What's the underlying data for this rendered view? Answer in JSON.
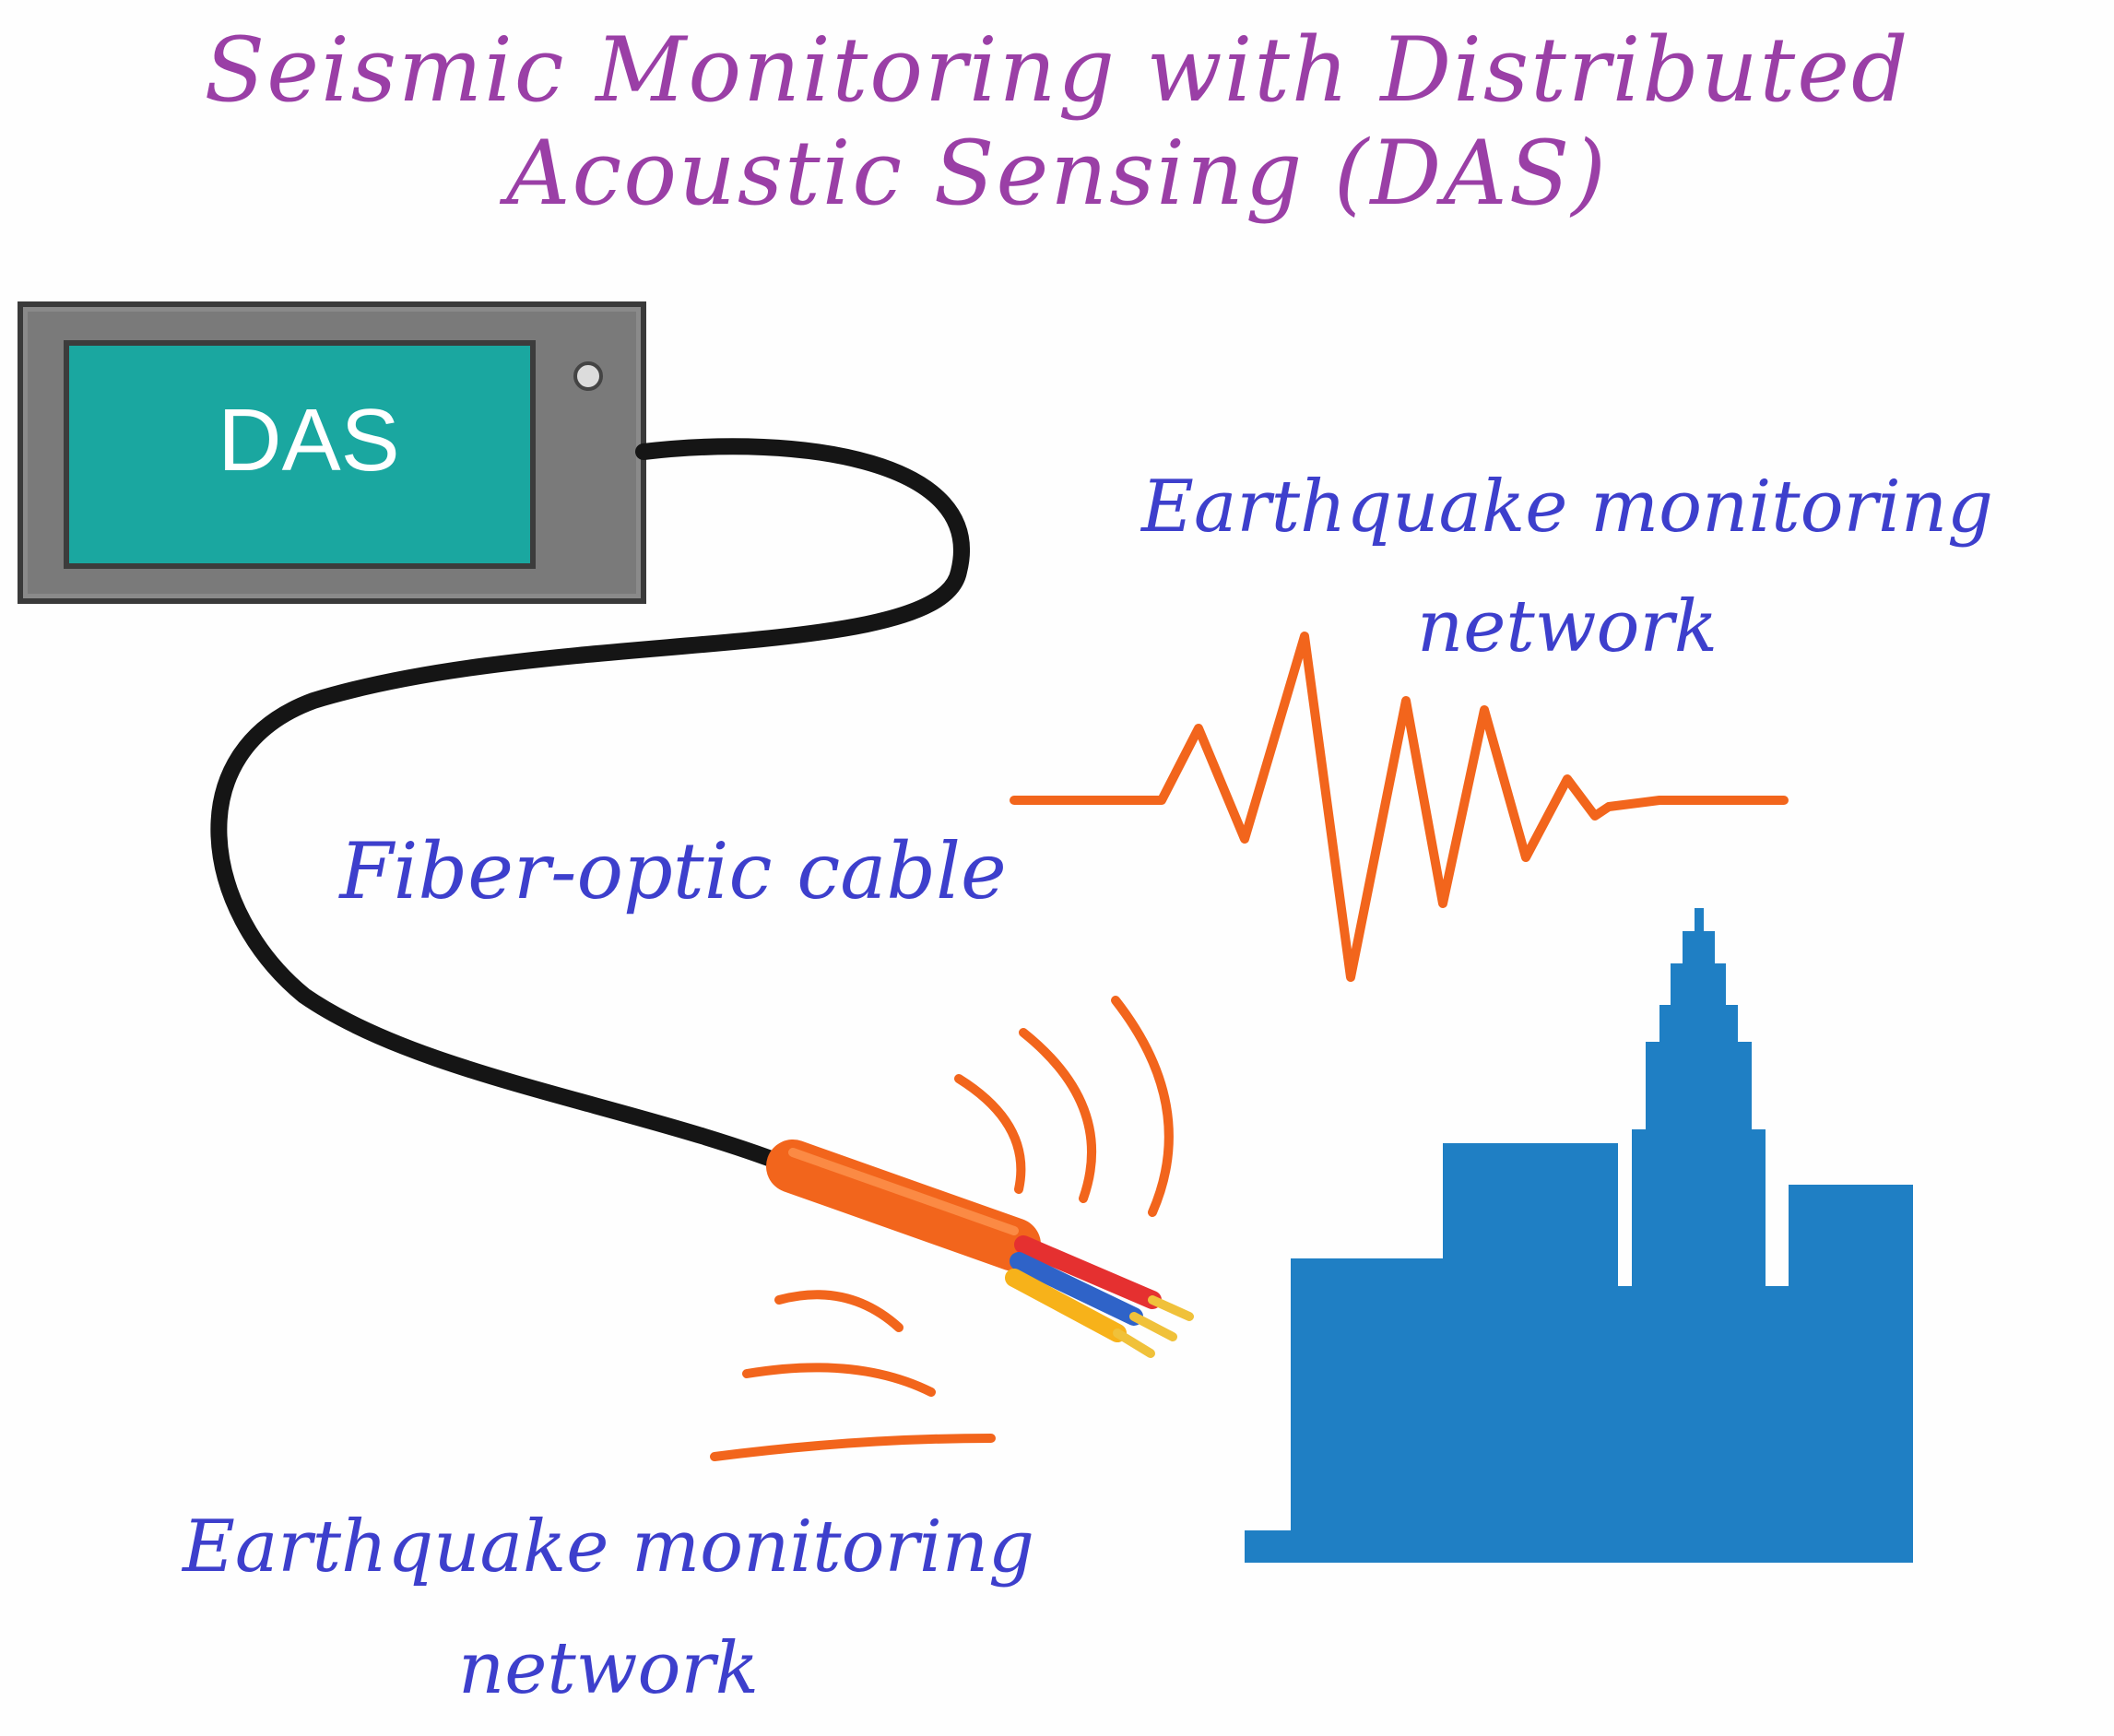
{
  "title": {
    "line1": "Seismic Monitoring with Distributed",
    "line2": "Acoustic Sensing (DAS)"
  },
  "device": {
    "label": "DAS"
  },
  "labels": {
    "top_right": {
      "line1": "Earthquake monitoring",
      "line2": "network"
    },
    "cable": "Fiber-optic cable",
    "bottom_left": {
      "line1": "Earthquake monitoring",
      "line2": "network"
    }
  },
  "colors": {
    "title": "#9a3fa6",
    "label": "#3d3fcc",
    "device_case": "#777777",
    "device_screen": "#1aa7a0",
    "cable": "#151515",
    "orange": "#f2651c",
    "city": "#1f7fc4"
  },
  "icons": [
    "das-device-icon",
    "fiber-optic-cable-icon",
    "seismic-wave-icon",
    "vibration-arcs-icon",
    "city-skyline-icon"
  ]
}
